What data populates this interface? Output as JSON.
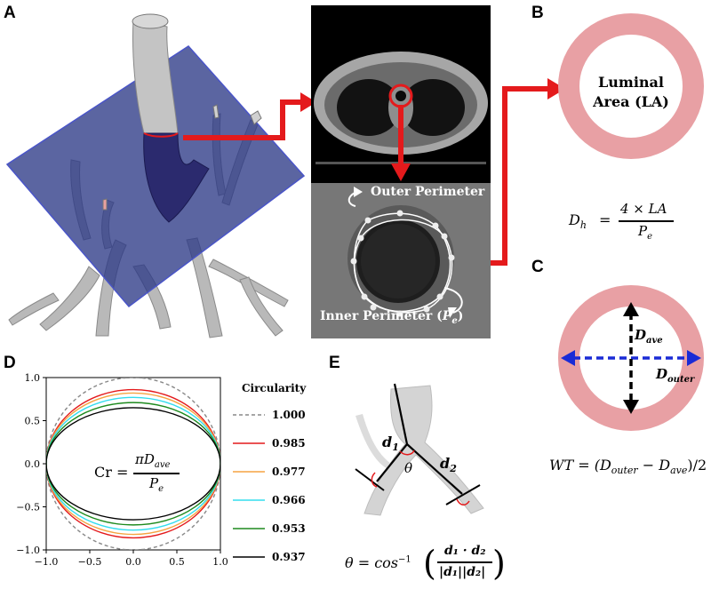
{
  "panels": {
    "a": "A",
    "b": "B",
    "c": "C",
    "d": "D",
    "e": "E"
  },
  "panel_a": {
    "outer_perimeter_label": "Outer Perimeter",
    "inner_perimeter_label": "Inner Perimeter (",
    "inner_perimeter_symbol": "P",
    "inner_perimeter_sub": "e",
    "inner_perimeter_close": ")"
  },
  "panel_b": {
    "luminal_line1": "Luminal",
    "luminal_line2": "Area (LA)",
    "formula_lhs": "D",
    "formula_lhs_sub": "h",
    "formula_eq": "=",
    "formula_num": "4 × LA",
    "formula_den": "P",
    "formula_den_sub": "e",
    "ring_color": "#e8a0a4"
  },
  "panel_c": {
    "d_ave": "D",
    "d_ave_sub": "ave",
    "d_outer": "D",
    "d_outer_sub": "outer",
    "wt_formula": "WT = (D",
    "wt_outer_sub": "outer",
    "wt_minus": " − D",
    "wt_ave_sub": "ave",
    "wt_end": ")/2",
    "ring_color": "#e8a0a4",
    "horizontal_arrow_color": "#1a2bd6",
    "vertical_arrow_color": "#000000"
  },
  "panel_d": {
    "legend_title": "Circularity",
    "formula_lhs": "Cr =",
    "formula_num": "πD",
    "formula_num_sub": "ave",
    "formula_den": "P",
    "formula_den_sub": "e"
  },
  "panel_e": {
    "d1": "d",
    "d1_sub": "1",
    "d2": "d",
    "d2_sub": "2",
    "theta": "θ",
    "formula": "θ = cos",
    "formula_sup": "−1",
    "formula_num": "d₁ · d₂",
    "formula_den": "|d₁||d₂|"
  },
  "chart_data": {
    "type": "line",
    "title": "",
    "xlabel": "",
    "ylabel": "",
    "xlim": [
      -1.0,
      1.0
    ],
    "ylim": [
      -1.0,
      1.0
    ],
    "x_ticks": [
      "−1.0",
      "−0.5",
      "0.0",
      "0.5",
      "1.0"
    ],
    "y_ticks": [
      "1.0",
      "0.5",
      "0.0",
      "−0.5",
      "−1.0"
    ],
    "x_tick_values": [
      -1.0,
      -0.5,
      0.0,
      0.5,
      1.0
    ],
    "y_tick_values": [
      1.0,
      0.5,
      0.0,
      -0.5,
      -1.0
    ],
    "legend_placement": "right",
    "series": [
      {
        "name": "1.000",
        "semi_minor": 1.0,
        "color": "#888888",
        "dashed": true
      },
      {
        "name": "0.985",
        "semi_minor": 0.86,
        "color": "#e41a1c",
        "dashed": false
      },
      {
        "name": "0.977",
        "semi_minor": 0.82,
        "color": "#f5a442",
        "dashed": false
      },
      {
        "name": "0.966",
        "semi_minor": 0.77,
        "color": "#33ddee",
        "dashed": false
      },
      {
        "name": "0.953",
        "semi_minor": 0.71,
        "color": "#1e8a1e",
        "dashed": false
      },
      {
        "name": "0.937",
        "semi_minor": 0.65,
        "color": "#000000",
        "dashed": false
      }
    ]
  }
}
